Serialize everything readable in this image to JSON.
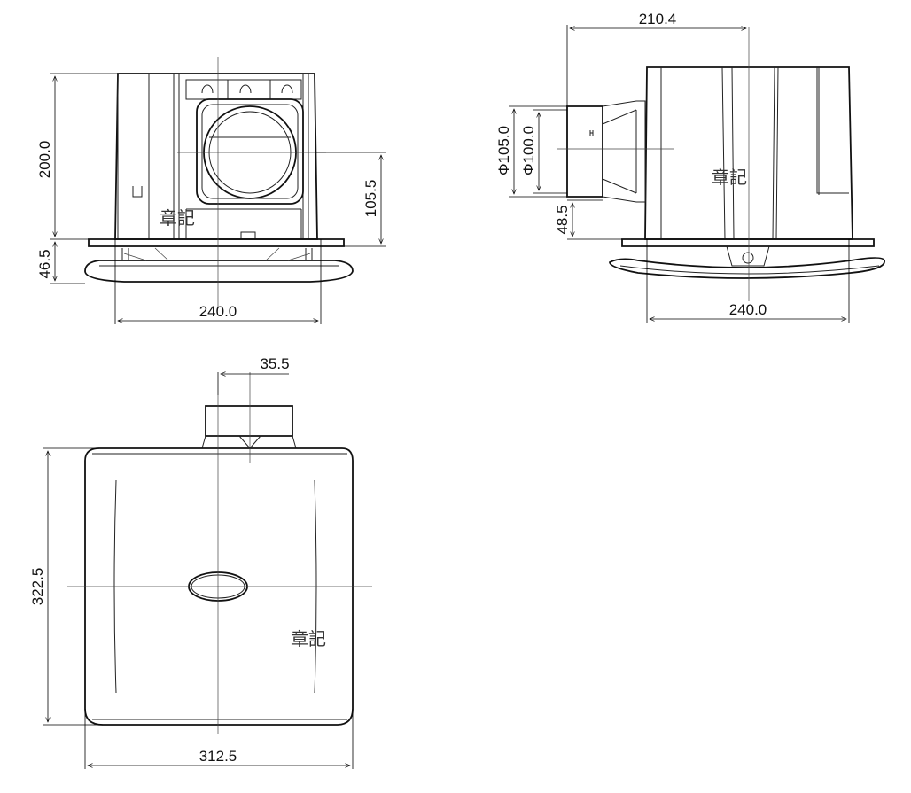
{
  "views": {
    "front": {
      "height_label": "200.0",
      "grille_label": "46.5",
      "width_label": "240.0",
      "duct_center_label": "105.5",
      "watermark": "章記"
    },
    "side": {
      "depth_label": "210.4",
      "outer_dia_label": "Φ105.0",
      "inner_dia_label": "Φ100.0",
      "duct_offset_label": "48.5",
      "width_label": "240.0",
      "watermark": "章記"
    },
    "top": {
      "duct_label": "35.5",
      "height_label": "322.5",
      "width_label": "312.5",
      "watermark": "章記"
    }
  },
  "colors": {
    "line": "#222222",
    "background": "#ffffff"
  }
}
